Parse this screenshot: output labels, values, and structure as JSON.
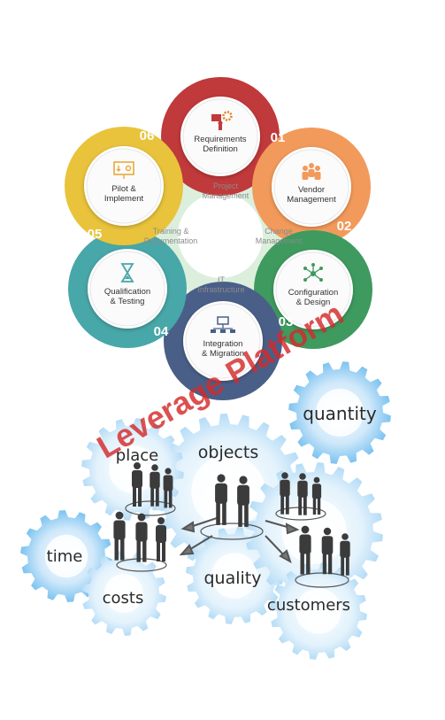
{
  "cycle": {
    "segments": [
      {
        "number": "01",
        "label_lines": [
          "Requirements",
          "Definition"
        ],
        "color": "#c0393b",
        "icon": "presenter-gear-icon"
      },
      {
        "number": "02",
        "label_lines": [
          "Vendor",
          "Management"
        ],
        "color": "#f29a5b",
        "icon": "team-icon"
      },
      {
        "number": "03",
        "label_lines": [
          "Configuration",
          "& Design"
        ],
        "color": "#3e9a5f",
        "icon": "network-icon"
      },
      {
        "number": "04",
        "label_lines": [
          "Integration",
          "& Migration"
        ],
        "color": "#4a5f88",
        "icon": "computer-network-icon"
      },
      {
        "number": "05",
        "label_lines": [
          "Qualification",
          "& Testing"
        ],
        "color": "#48a7a8",
        "icon": "hourglass-icon"
      },
      {
        "number": "06",
        "label_lines": [
          "Pilot &",
          "Implement"
        ],
        "color": "#e9c33b",
        "icon": "board-icon"
      }
    ],
    "inner_labels": [
      {
        "lines": [
          "Project",
          "Management"
        ]
      },
      {
        "lines": [
          "Change",
          "Management"
        ]
      },
      {
        "lines": [
          "IT",
          "Infrastructure"
        ]
      },
      {
        "lines": [
          "Training &",
          "Documentation"
        ]
      }
    ]
  },
  "gears_image": {
    "words": [
      "quantity",
      "objects",
      "place",
      "time",
      "costs",
      "quality",
      "customers"
    ]
  },
  "watermark": "Leverage Platform"
}
